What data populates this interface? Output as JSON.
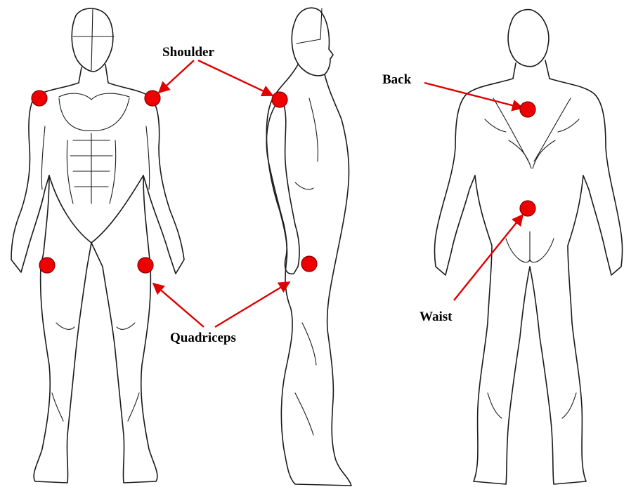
{
  "labels": {
    "shoulder": "Shoulder",
    "back": "Back",
    "quadriceps": "Quadriceps",
    "waist": "Waist"
  },
  "figures": [
    "front-view",
    "side-view",
    "back-view"
  ],
  "colors": {
    "marker": "#ee0000",
    "arrow": "#e00000",
    "outline": "#1a1a1a"
  }
}
